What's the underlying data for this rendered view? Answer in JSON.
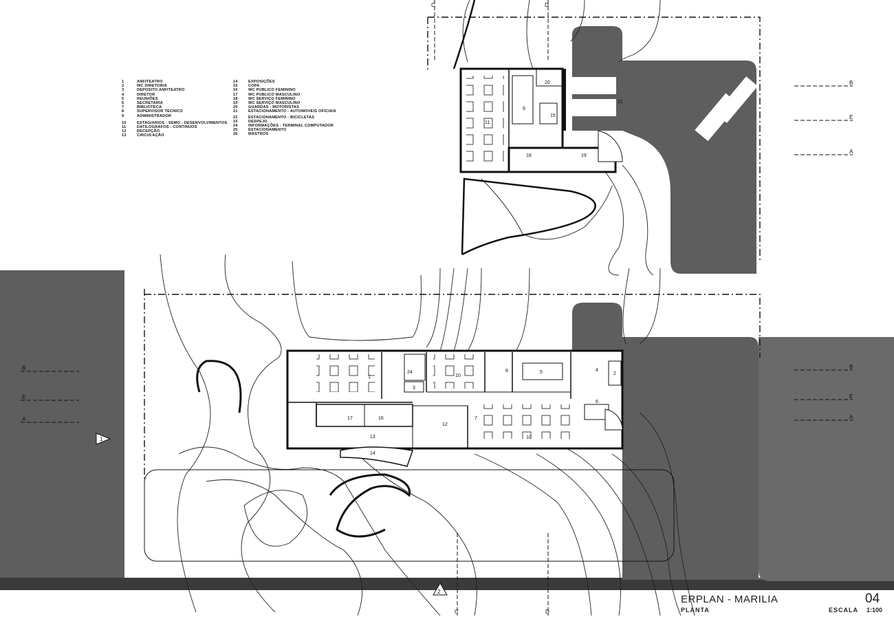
{
  "legend": {
    "left": [
      {
        "n": "1",
        "t": "ANFITEATRO"
      },
      {
        "n": "2",
        "t": "WC DIRETORIA"
      },
      {
        "n": "3",
        "t": "DEPOSITO ANFITEATRO"
      },
      {
        "n": "4",
        "t": "DIRETOR"
      },
      {
        "n": "5",
        "t": "REUNIÕES"
      },
      {
        "n": "6",
        "t": "SECRETARIA"
      },
      {
        "n": "7",
        "t": "BIBLIOTECA"
      },
      {
        "n": "8",
        "t": "SUPERVISOR TECNICO"
      },
      {
        "n": "9",
        "t": "ADMINISTRADOR"
      },
      {
        "n": "10",
        "t": "ESTAGIARIOS - SEMO - DESENVOLVIMENTOS"
      },
      {
        "n": "11",
        "t": "DATILOGRAFOS - CONTINUOS"
      },
      {
        "n": "12",
        "t": "RECEPÇÃO"
      },
      {
        "n": "13",
        "t": "CIRCULAÇÃO"
      }
    ],
    "right": [
      {
        "n": "14",
        "t": "EXPOSIÇÕES"
      },
      {
        "n": "15",
        "t": "COPA"
      },
      {
        "n": "16",
        "t": "WC PUBLICO FEMININO"
      },
      {
        "n": "17",
        "t": "WC PUBLICO MASCULINO"
      },
      {
        "n": "18",
        "t": "WC SERVIÇO FEMININO"
      },
      {
        "n": "19",
        "t": "WC SERVIÇO MASCULINO"
      },
      {
        "n": "20",
        "t": "GUARDAS - MOTORISTAS"
      },
      {
        "n": "21",
        "t": "ESTACIONAMENTO - AUTOMOVEIS OFICIAIS"
      },
      {
        "n": "22",
        "t": "ESTACIONAMENTO - BICICLETAS"
      },
      {
        "n": "23",
        "t": "DESPEJO"
      },
      {
        "n": "24",
        "t": "INFORMAÇÕES - TERMINAL COMPUTADOR"
      },
      {
        "n": "25",
        "t": "ESTACIONAMENTO"
      },
      {
        "n": "26",
        "t": "MASTROS"
      }
    ]
  },
  "title_block": {
    "project": "ERPLAN - MARILIA",
    "subtitle": "PLANTA",
    "sheet": "04",
    "scale_label": "ESCALA",
    "scale": "1:100"
  },
  "section_marks": {
    "top_right": [
      "B",
      "E",
      "A"
    ],
    "bottom_right": [
      "B",
      "E",
      "A"
    ],
    "bottom_left": [
      "B",
      "E",
      "A"
    ],
    "top_cuts": [
      "C",
      "D"
    ],
    "bottom_cuts": [
      "C",
      "D"
    ],
    "view_markers": [
      "1",
      "2"
    ]
  },
  "rooms_lower": [
    "1",
    "2",
    "3",
    "4",
    "5",
    "6",
    "7",
    "8",
    "10",
    "10",
    "12",
    "13",
    "14",
    "16",
    "17",
    "24"
  ],
  "rooms_upper": [
    "9",
    "11",
    "15",
    "18",
    "19",
    "20",
    "21"
  ],
  "colors": {
    "paving": "#5e5e5e",
    "line": "#111111",
    "paper": "#ffffff"
  }
}
